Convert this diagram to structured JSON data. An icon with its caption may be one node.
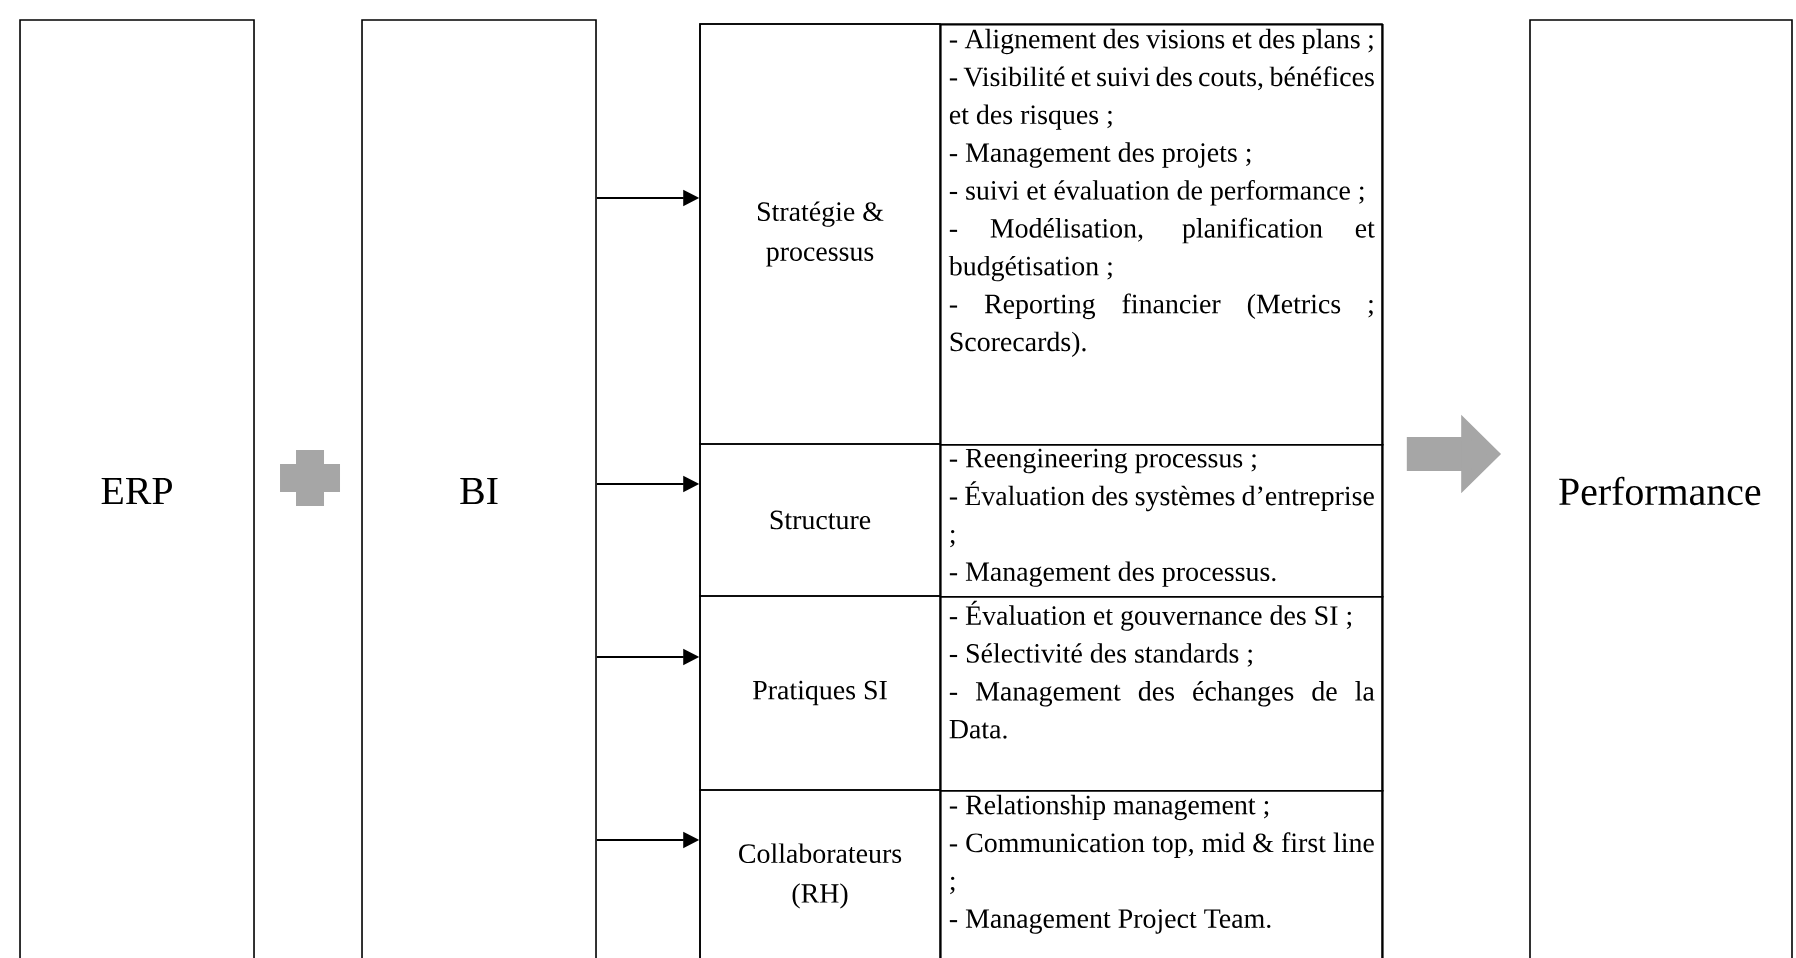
{
  "diagram": {
    "nodes": [
      {
        "text": [
          "ERP"
        ]
      },
      {
        "text": [
          "BI"
        ]
      },
      {
        "text": [],
        "shape": "box"
      },
      {
        "text": [
          "Stratégie & processus"
        ],
        "in": 2
      },
      {
        "text": [
          "- Alignement des visions et des plans ;",
          "- Visibilité et suivi des couts, bénéfices et des risques ;",
          "- Management des projets ;",
          "- suivi et évaluation de performance ;",
          "- Modélisation, planification et budgétisation ;",
          "- Reporting financier (Metrics ; Scorecards)."
        ],
        "in": 2
      },
      {
        "text": [
          "Structure"
        ],
        "in": 2
      },
      {
        "text": [
          "- Reengineering processus ;",
          "- Évaluation des systèmes d’entreprise ;",
          "- Management des processus."
        ],
        "in": 2
      },
      {
        "text": [
          "Pratiques SI"
        ],
        "in": 2
      },
      {
        "text": [
          "- Évaluation et gouvernance des SI ;",
          "- Sélectivité des standards ;",
          "- Management des échanges de la Data."
        ],
        "in": 2
      },
      {
        "text": [
          "Collaborateurs (RH)"
        ],
        "in": 2
      },
      {
        "text": [
          "- Relationship management ;",
          "- Communication top, mid & first line ;",
          "- Management Project Team."
        ],
        "in": 2
      },
      {
        "text": [
          "Performance"
        ]
      }
    ],
    "edges": [
      {
        "from": 1,
        "to": 3,
        "arrow": "to"
      },
      {
        "from": 1,
        "to": 5,
        "arrow": "to"
      },
      {
        "from": 1,
        "to": 7,
        "arrow": "to"
      },
      {
        "from": 1,
        "to": 9,
        "arrow": "to"
      },
      {
        "from": 2,
        "to": 11,
        "arrow": "to",
        "style": "thick",
        "color": "#a6a6a6"
      }
    ]
  }
}
